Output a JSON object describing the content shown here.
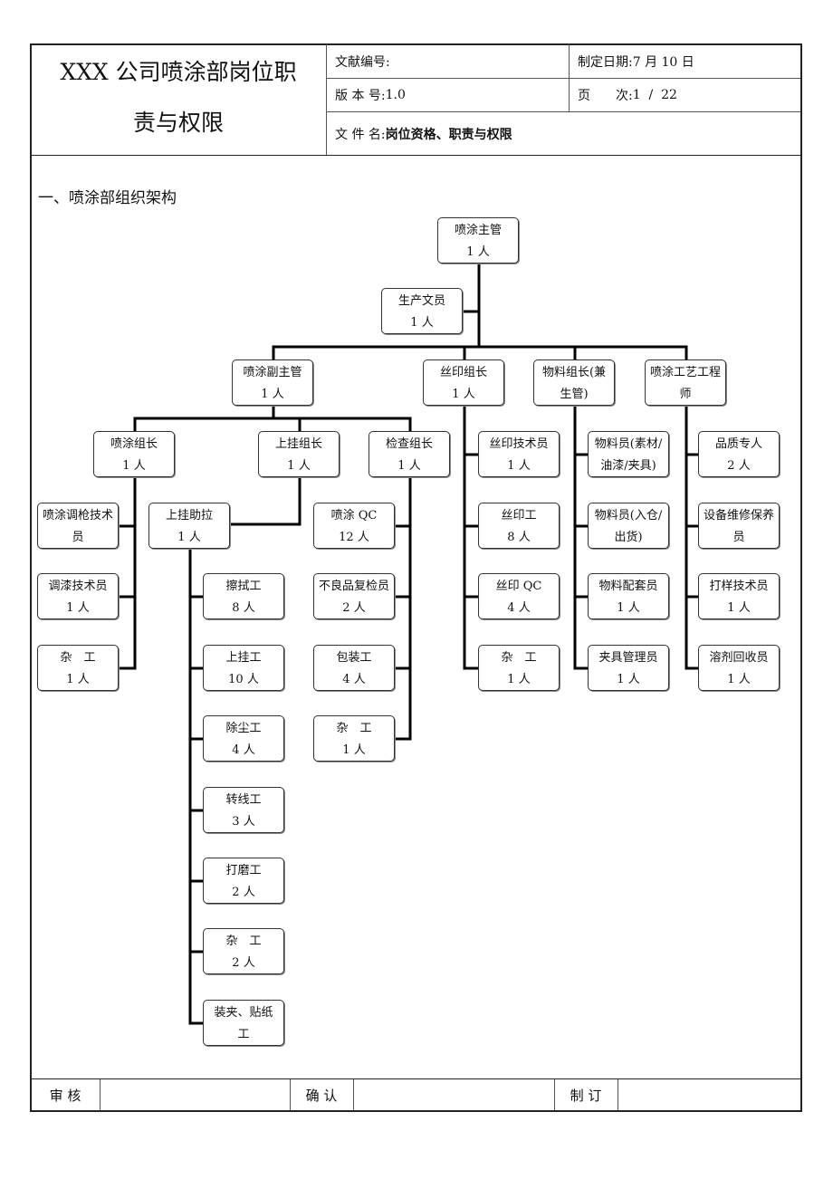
{
  "header": {
    "title_line1": "XXX 公司喷涂部岗位职",
    "title_line2": "责与权限",
    "doc_no_label": "文献编号:",
    "date_label": "制定日期:",
    "date_value": "7 月 10 日",
    "version_label": "版 本 号:",
    "version_value": "1.0",
    "page_label": "页　　次:",
    "page_value": "1  /  22",
    "file_label": "文 件 名:",
    "file_value": "岗位资格、职责与权限"
  },
  "section_title": "一、喷涂部组织架构",
  "org_nodes": [
    [
      "喷涂主管",
      "1 人"
    ],
    [
      "生产文员",
      "1 人"
    ],
    [
      "喷涂副主管",
      "1 人"
    ],
    [
      "丝印组长",
      "1 人"
    ],
    [
      "物料组长(兼",
      "生管)"
    ],
    [
      "喷涂工艺工程",
      "师"
    ],
    [
      "喷涂组长",
      "1 人"
    ],
    [
      "上挂组长",
      "1 人"
    ],
    [
      "检查组长",
      "1 人"
    ],
    [
      "丝印技术员",
      "1 人"
    ],
    [
      "物料员(素材/",
      "油漆/夹具)"
    ],
    [
      "品质专人",
      "2 人"
    ],
    [
      "喷涂调枪技术",
      "员"
    ],
    [
      "上挂助拉",
      "1 人"
    ],
    [
      "喷涂 QC",
      "12 人"
    ],
    [
      "丝印工",
      "8 人"
    ],
    [
      "物料员(入仓/",
      "出货)"
    ],
    [
      "设备维修保养",
      "员"
    ],
    [
      "调漆技术员",
      "1 人"
    ],
    [
      "擦拭工",
      "8 人"
    ],
    [
      "不良品复检员",
      "2 人"
    ],
    [
      "丝印 QC",
      "4 人"
    ],
    [
      "物料配套员",
      "1 人"
    ],
    [
      "打样技术员",
      "1 人"
    ],
    [
      "杂　工",
      "1 人"
    ],
    [
      "上挂工",
      "10 人"
    ],
    [
      "包装工",
      "4 人"
    ],
    [
      "杂　工",
      "1 人"
    ],
    [
      "夹具管理员",
      "1 人"
    ],
    [
      "溶剂回收员",
      "1 人"
    ],
    [
      "除尘工",
      "4 人"
    ],
    [
      "杂　工",
      "1 人"
    ],
    [
      "转线工",
      "3 人"
    ],
    [
      "打磨工",
      "2 人"
    ],
    [
      "杂　工",
      "2 人"
    ],
    [
      "装夹、贴纸",
      "工"
    ]
  ],
  "footer": {
    "review": "审 核",
    "confirm": "确 认",
    "revise": "制 订"
  }
}
